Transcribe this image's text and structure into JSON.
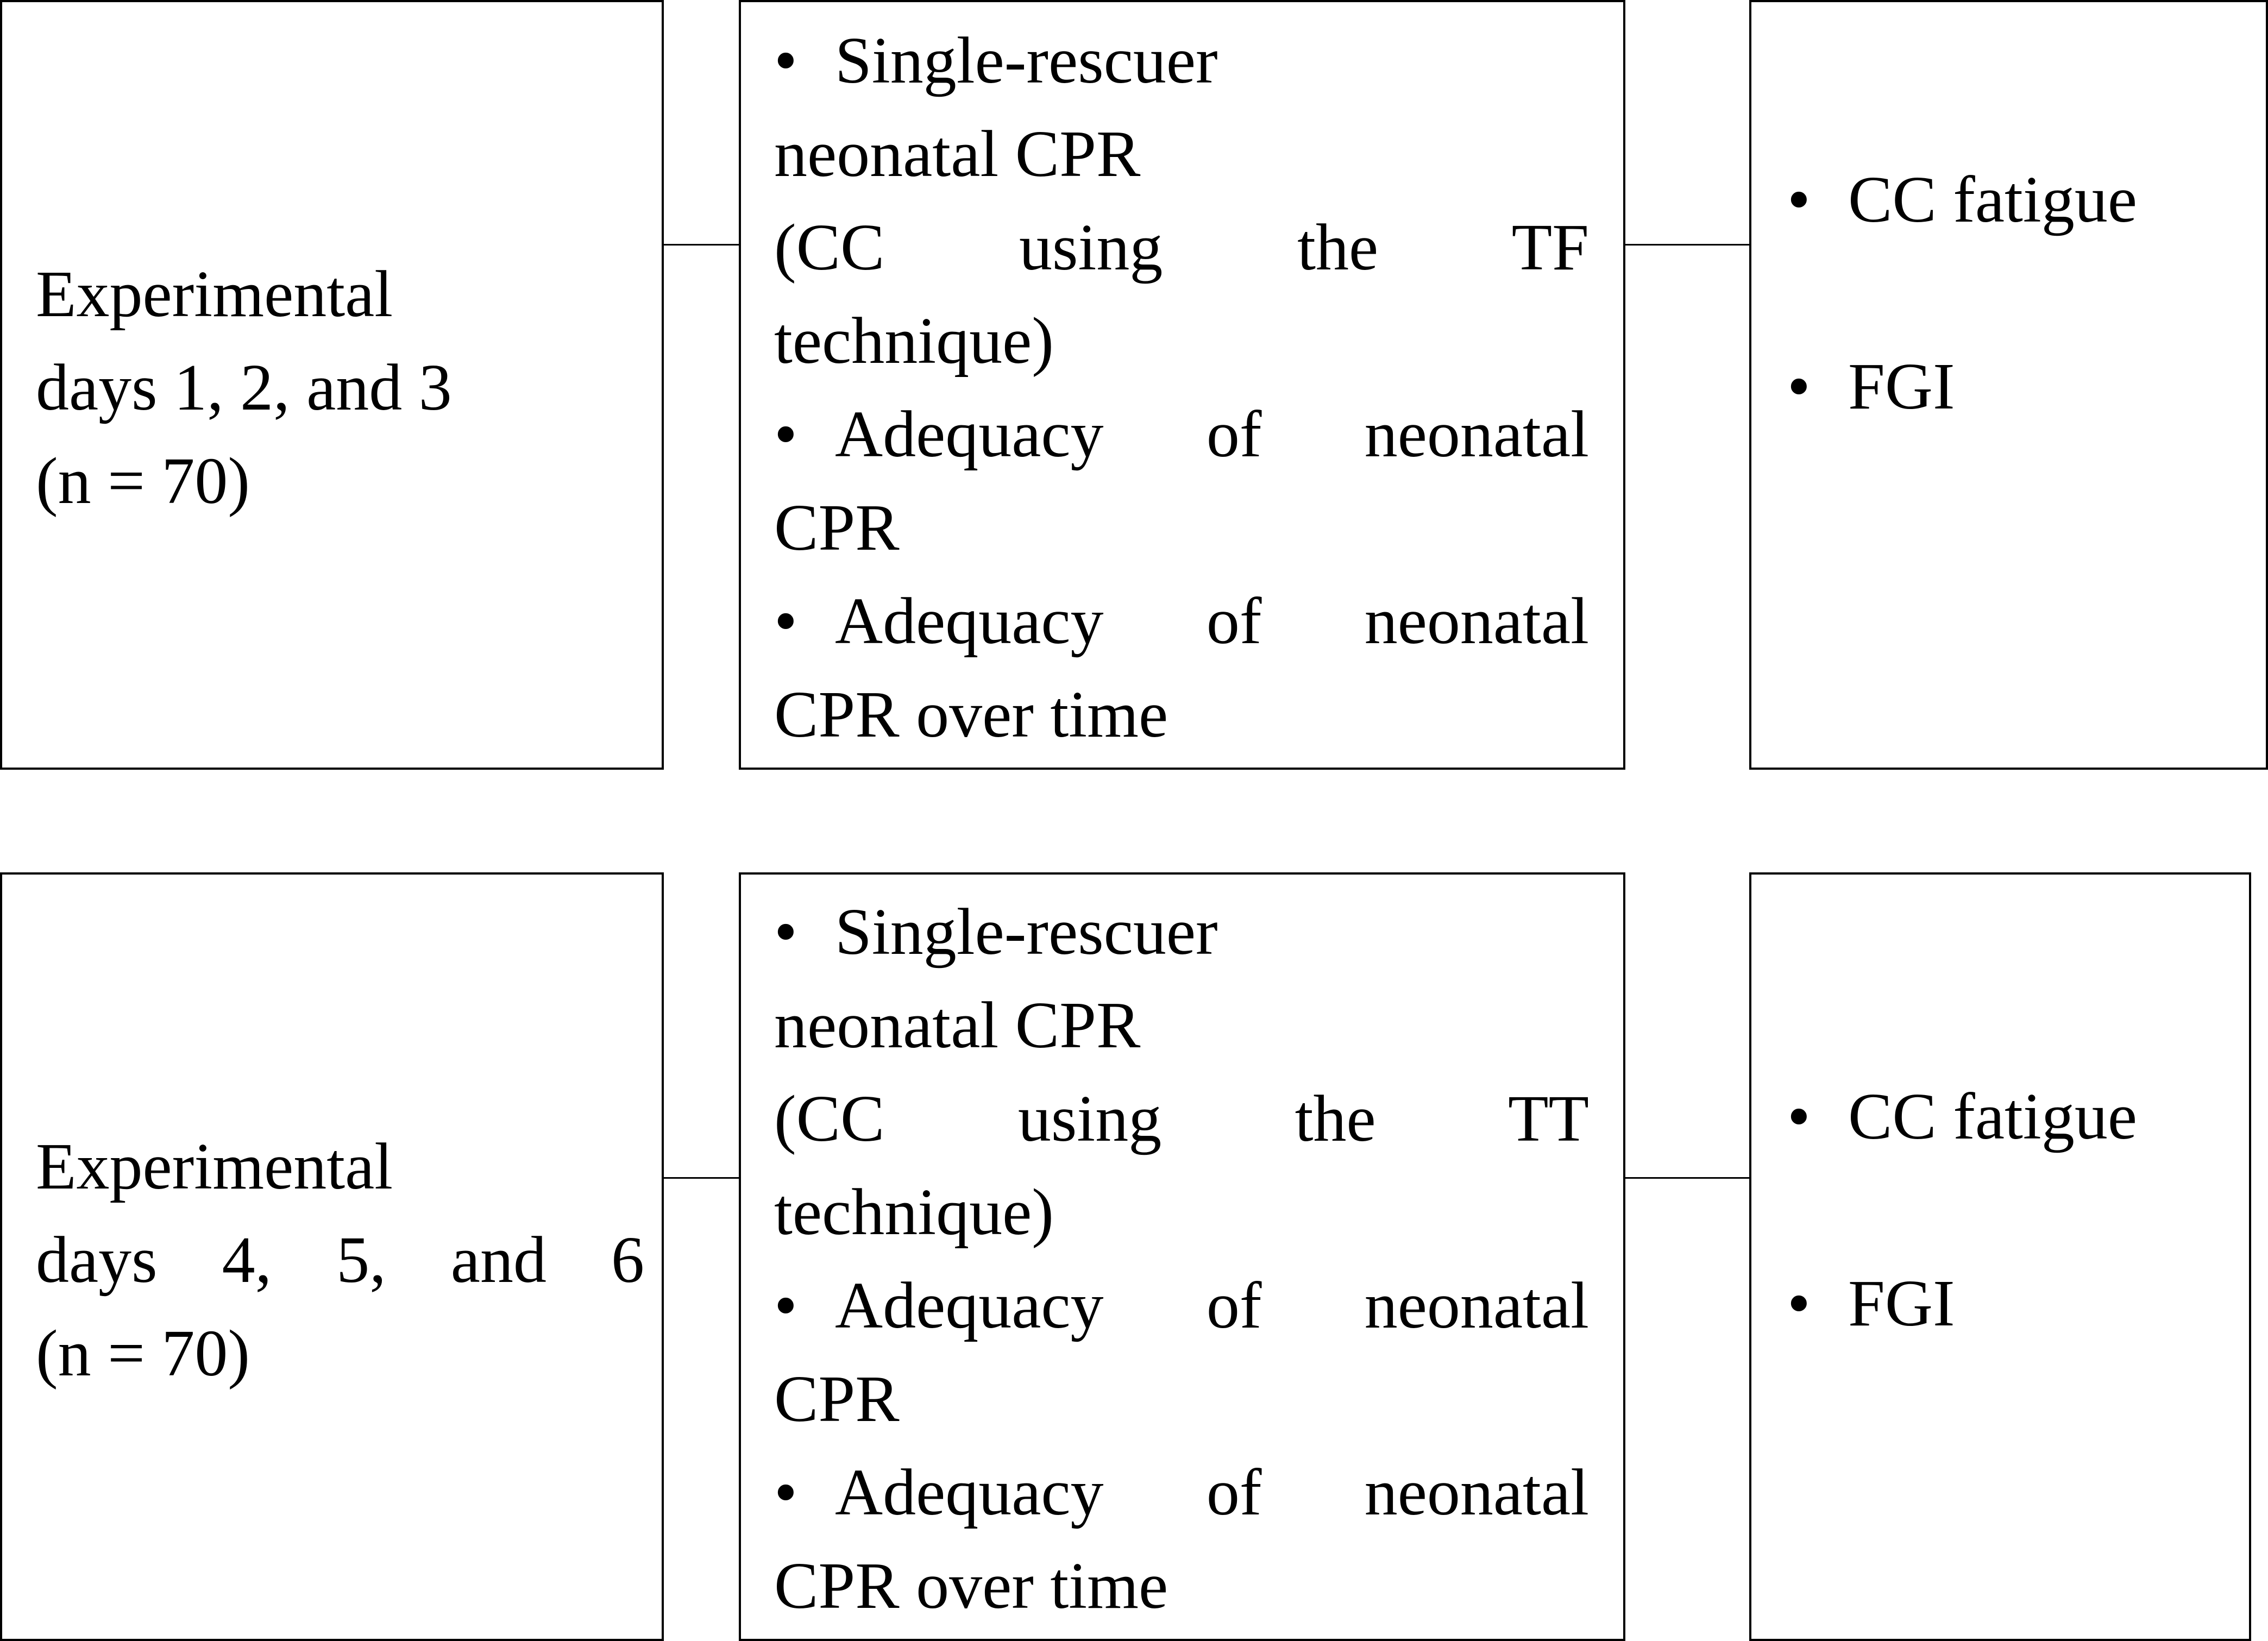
{
  "rows": [
    {
      "left": {
        "lines": [
          "Experimental",
          "days 1, 2, and 3",
          "(n = 70)"
        ]
      },
      "middle": {
        "items": [
          {
            "first": "Single-rescuer",
            "rest": [
              "neonatal CPR",
              "(CC using the TF",
              "technique)"
            ]
          },
          {
            "first": "Adequacy of neonatal",
            "rest": [
              "CPR"
            ]
          },
          {
            "first": "Adequacy of neonatal",
            "rest": [
              "CPR over time"
            ]
          }
        ]
      },
      "right": {
        "items": [
          "CC fatigue",
          "FGI"
        ]
      }
    },
    {
      "left": {
        "lines": [
          "Experimental",
          "days 4, 5, and 6",
          "(n = 70)"
        ]
      },
      "middle": {
        "items": [
          {
            "first": "Single-rescuer",
            "rest": [
              "neonatal CPR",
              "(CC using the TT",
              "technique)"
            ]
          },
          {
            "first": "Adequacy of neonatal",
            "rest": [
              "CPR"
            ]
          },
          {
            "first": "Adequacy of neonatal",
            "rest": [
              "CPR over time"
            ]
          }
        ]
      },
      "right": {
        "items": [
          "CC fatigue",
          "FGI"
        ]
      }
    }
  ],
  "bullet_symbol": "•"
}
